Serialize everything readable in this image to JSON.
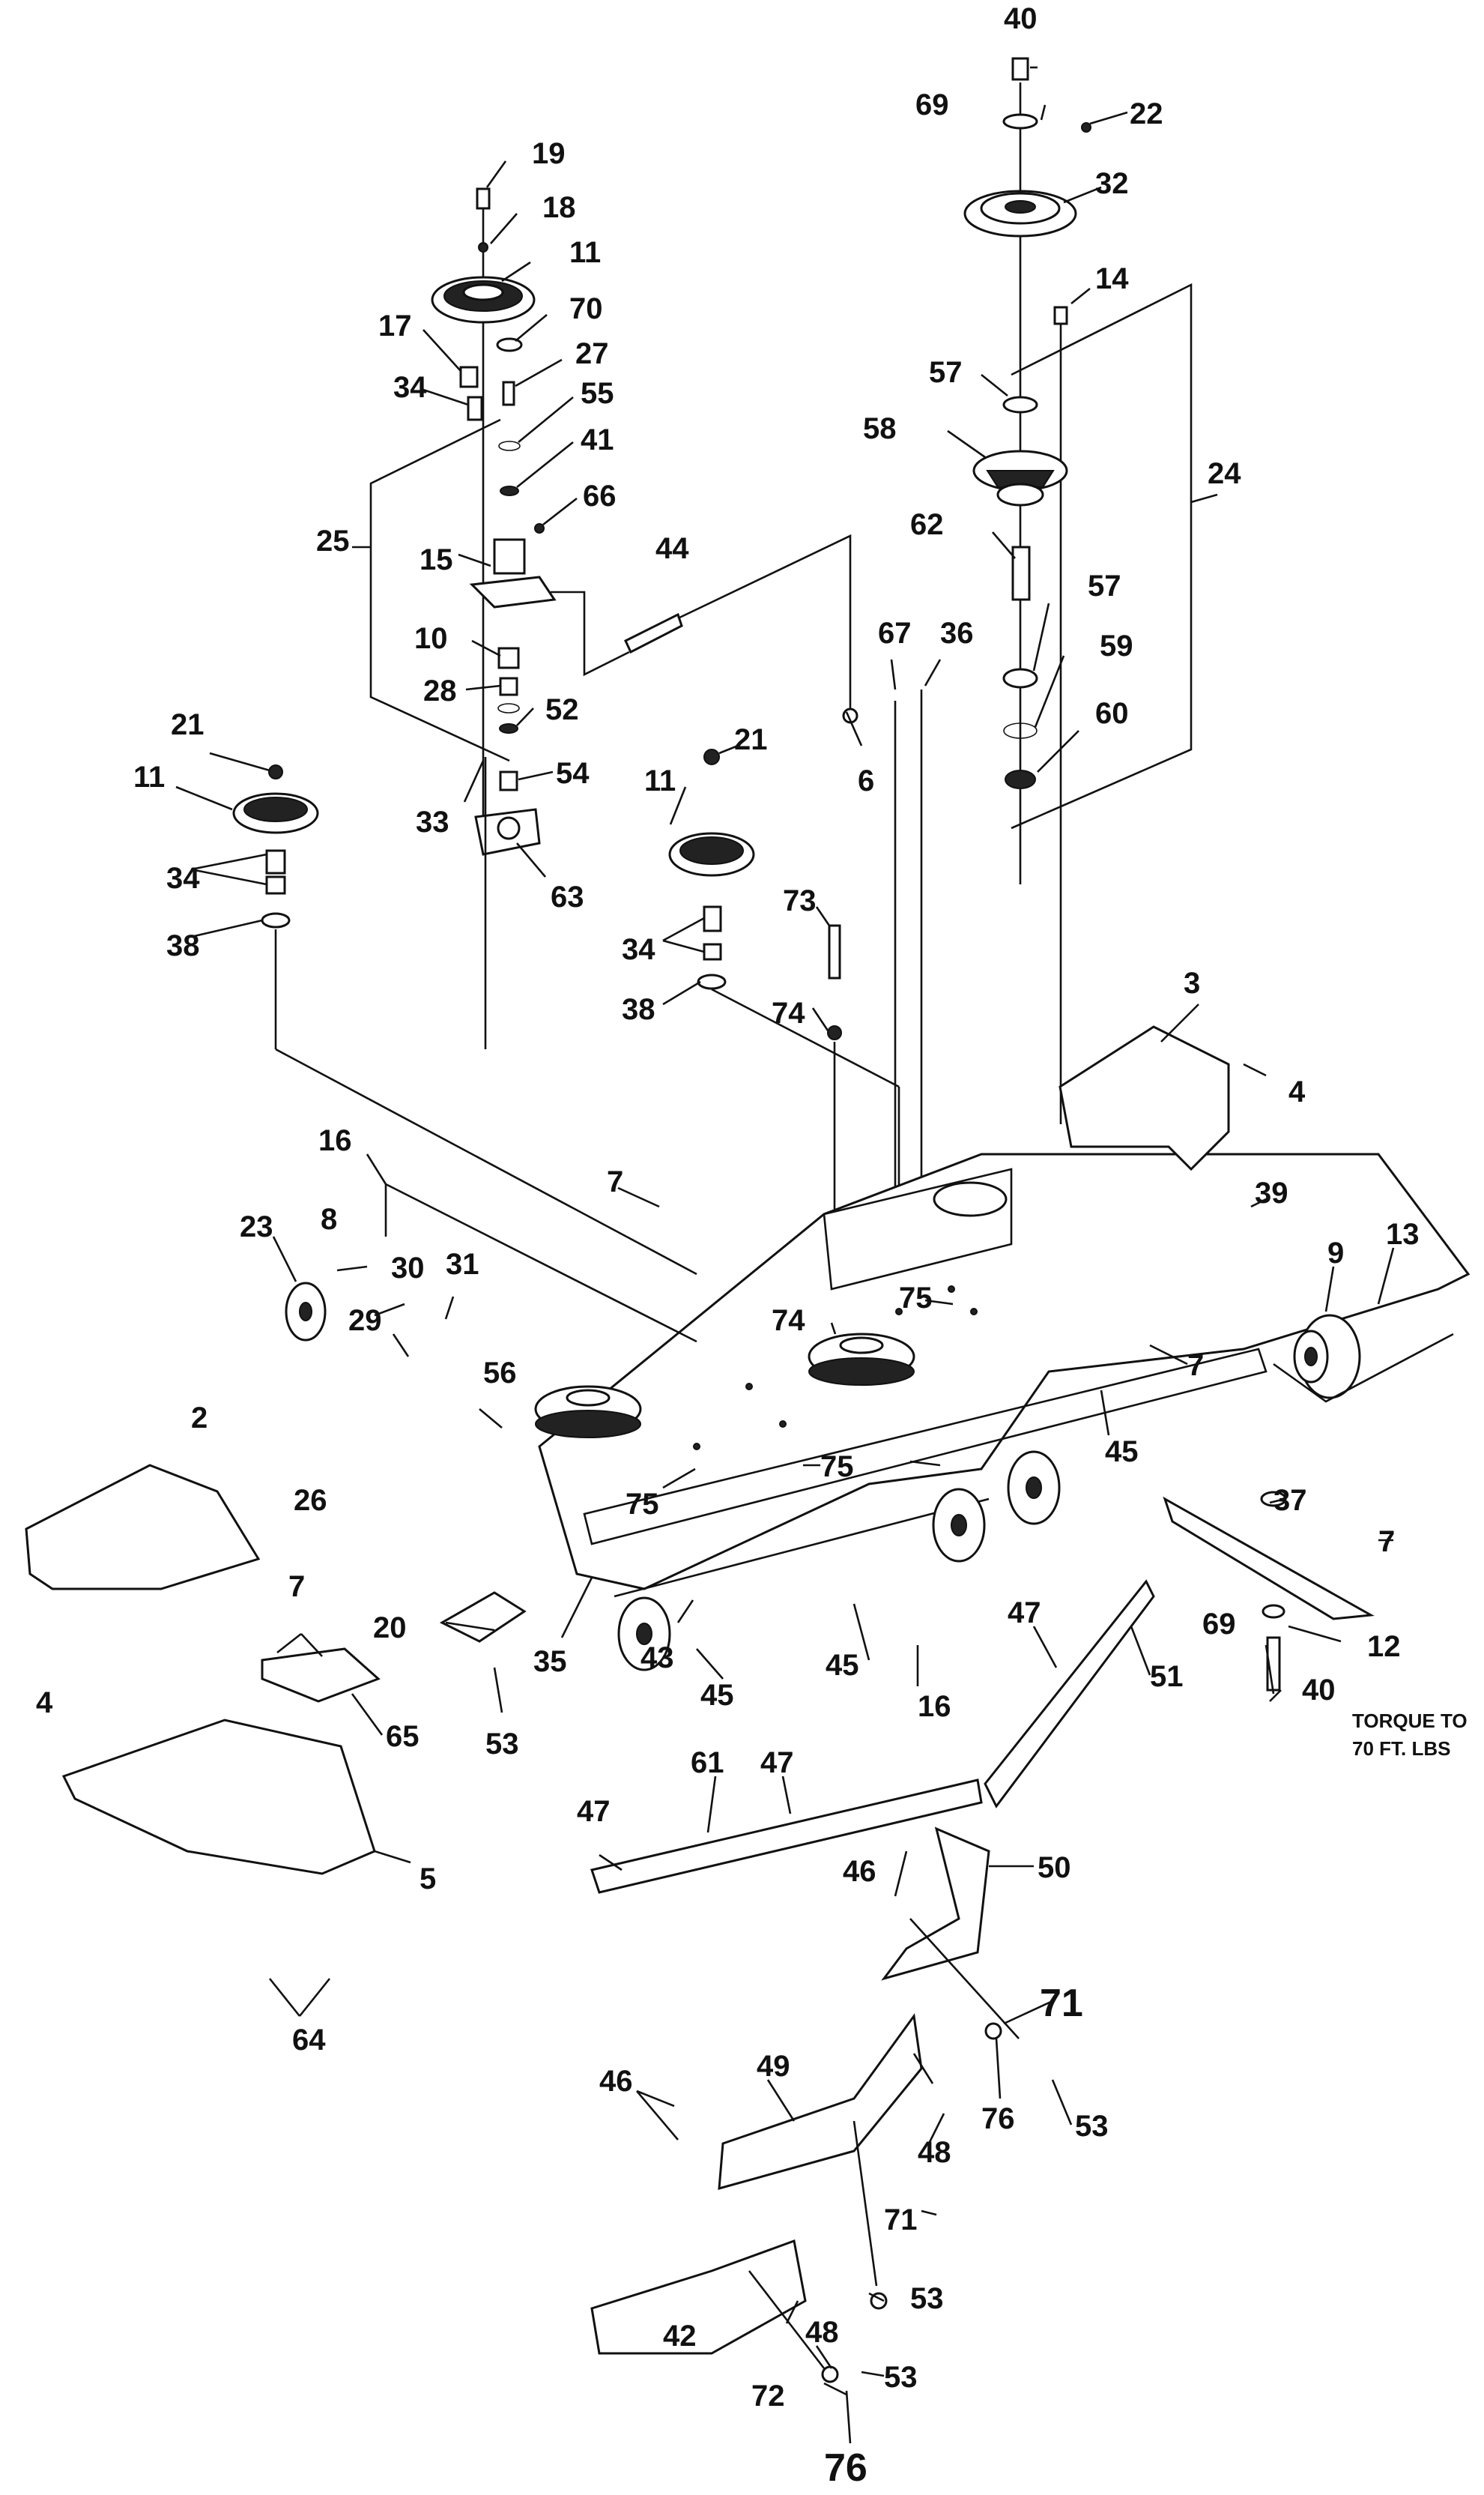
{
  "labels": {
    "l40a": "40",
    "l69a": "69",
    "l22": "22",
    "l32": "32",
    "l14": "14",
    "l57a": "57",
    "l58": "58",
    "l24": "24",
    "l62": "62",
    "l57b": "57",
    "l59": "59",
    "l60": "60",
    "l19": "19",
    "l18": "18",
    "l11a": "11",
    "l70": "70",
    "l17": "17",
    "l27": "27",
    "l34a": "34",
    "l55": "55",
    "l41": "41",
    "l66": "66",
    "l25": "25",
    "l15": "15",
    "l44": "44",
    "l10": "10",
    "l28": "28",
    "l52": "52",
    "l67": "67",
    "l36": "36",
    "l21a": "21",
    "l11b": "11",
    "l6": "6",
    "l54": "54",
    "l33": "33",
    "l21b": "21",
    "l11c": "11",
    "l63": "63",
    "l34b": "34",
    "l38a": "38",
    "l73": "73",
    "l34c": "34",
    "l38b": "38",
    "l74a": "74",
    "l3": "3",
    "l4a": "4",
    "l39": "39",
    "l16a": "16",
    "l7a": "7",
    "l13": "13",
    "l9": "9",
    "l23": "23",
    "l8": "8",
    "l31": "31",
    "l30": "30",
    "l29": "29",
    "l74b": "74",
    "l75a": "75",
    "l7b": "7",
    "l56": "56",
    "l45a": "45",
    "l2": "2",
    "l26": "26",
    "l75b": "75",
    "l75c": "75",
    "l37": "37",
    "l7c": "7",
    "l7d": "7",
    "l20": "20",
    "l12": "12",
    "l35": "35",
    "l43": "43",
    "l69b": "69",
    "l47a": "47",
    "l51": "51",
    "l45b": "45",
    "l45c": "45",
    "l40b": "40",
    "l4b": "4",
    "l65": "65",
    "l53a": "53",
    "l16b": "16",
    "l61": "61",
    "l47b": "47",
    "l47c": "47",
    "l5": "5",
    "l46a": "46",
    "l50": "50",
    "l64": "64",
    "l71a": "71",
    "l49": "49",
    "l46b": "46",
    "l53b": "53",
    "l76a": "76",
    "l48a": "48",
    "l71b": "71",
    "l48b": "48",
    "l53c": "53",
    "l42": "42",
    "l72": "72",
    "l53d": "53",
    "l76b": "76"
  },
  "note": {
    "line1": "TORQUE TO",
    "line2": "70 FT. LBS"
  }
}
